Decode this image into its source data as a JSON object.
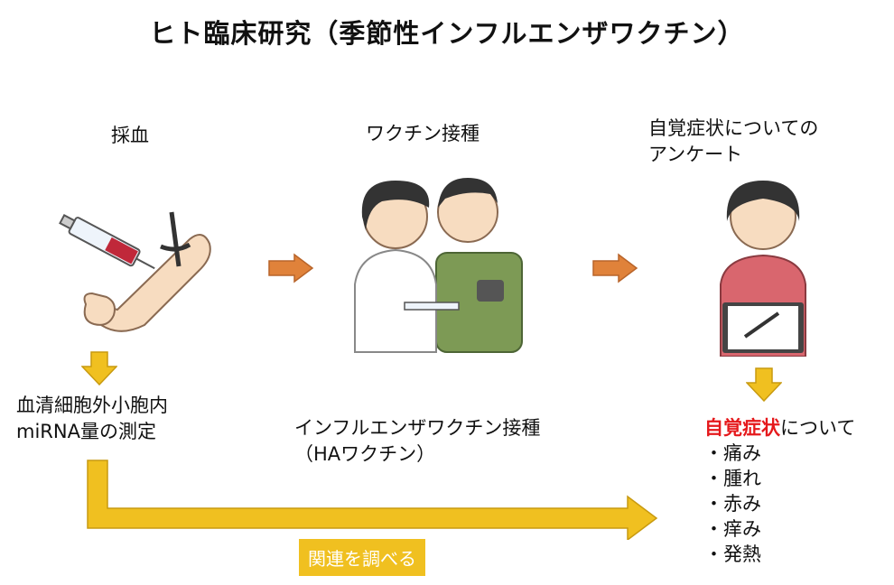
{
  "title": "ヒト臨床研究（季節性インフルエンザワクチン）",
  "steps": {
    "blood": {
      "label": "採血"
    },
    "vaccine": {
      "label": "ワクチン接種"
    },
    "survey": {
      "label_line1": "自覚症状についての",
      "label_line2": "アンケート"
    }
  },
  "measurement": {
    "line1": "血清細胞外小胞内",
    "line2": "miRNA量の測定"
  },
  "vaccine_note": {
    "line1": "インフルエンザワクチン接種",
    "line2": "（HAワクチン）"
  },
  "symptoms": {
    "heading_emph": "自覚症状",
    "heading_rest": "について",
    "items": [
      "・痛み",
      "・腫れ",
      "・赤み",
      "・痒み",
      "・発熱"
    ]
  },
  "relation_label": "関連を調べる",
  "colors": {
    "orange_arrow": "#e0823a",
    "yellow_arrow": "#f0c020",
    "emphasis": "#e5191c"
  }
}
